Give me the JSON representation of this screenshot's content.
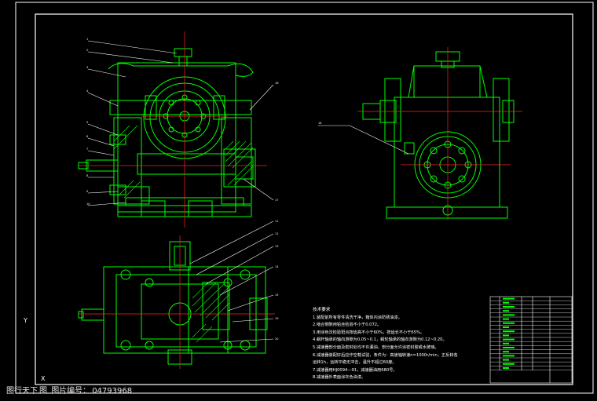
{
  "technical_requirements": {
    "title": "技术要求",
    "items": [
      "1.装配前所有零件清洗干净，箱体内涂防锈油漆。",
      "2.啮合侧隙用铅丝检验不小于0.072。",
      "3.用涂色法检验斑点按齿高不小于60%，按齿长不小于65%。",
      "4.蜗杆轴承的轴向游隙为0.05~0.1，蜗轮轴承的轴向游隙为0.12~0.20。",
      "5.减速器剖分面及密封处均不许漏油，剖分面允许涂密封胶或水玻璃。",
      "6.减速器装配好后应作空载试验，条件为：高速轴转速n=1000r/min，正反转各",
      "   运转1h，运转平稳无冲击，温升不超过60度。",
      "7.减速器用HJ0094—91，减速器油用680号。",
      "8.减速器外表面涂灰色油漆。"
    ]
  },
  "watermark": {
    "site": "图行天下",
    "site_suffix": "图",
    "label": "图片编号：",
    "number": "04793968"
  },
  "axes_icon": {
    "y": "Y",
    "x": "X"
  },
  "colors": {
    "background": "#000000",
    "outline": "#00ff00",
    "center_line": "#ff2020",
    "leader": "#ffffff",
    "dimension": "#7b7bff"
  }
}
